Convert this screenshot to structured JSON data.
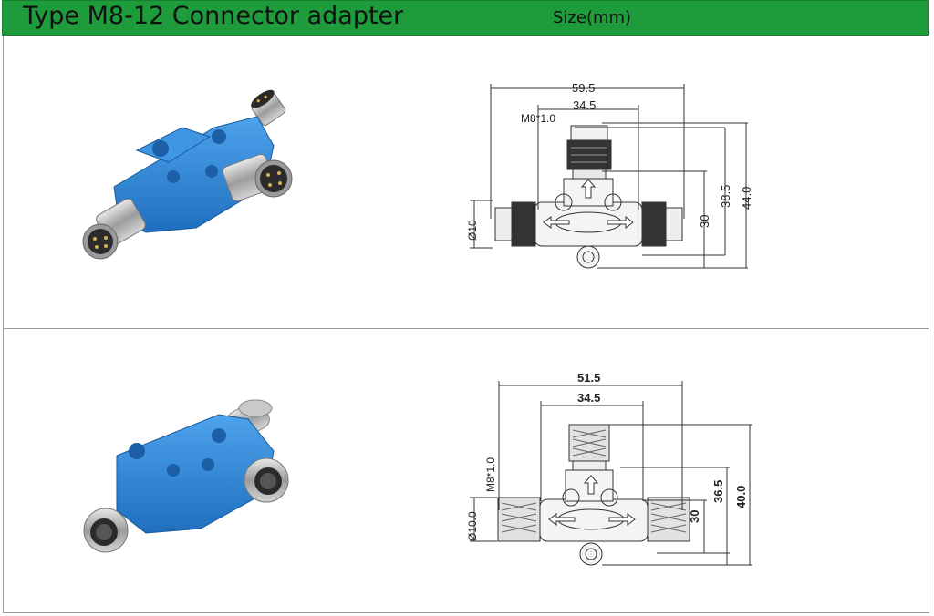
{
  "header": {
    "title": "Type M8-12 Connector adapter",
    "size_label": "Size(mm)"
  },
  "colors": {
    "header_green": "#1e9b3a",
    "body_blue": "#2f86d6",
    "metal": "#b8b8b8"
  },
  "rows": [
    {
      "variant": "male",
      "dims": {
        "overall_width": "59.5",
        "center_width": "34.5",
        "thread": "M8*1.0",
        "diameter": "Ø10",
        "height_30": "30",
        "height_mid": "38.5",
        "height_total": "44.0"
      }
    },
    {
      "variant": "female",
      "dims": {
        "overall_width": "51.5",
        "center_width": "34.5",
        "thread": "M8*1.0",
        "diameter": "Ø10.0",
        "height_30": "30",
        "height_mid": "36.5",
        "height_total": "40.0"
      }
    }
  ]
}
